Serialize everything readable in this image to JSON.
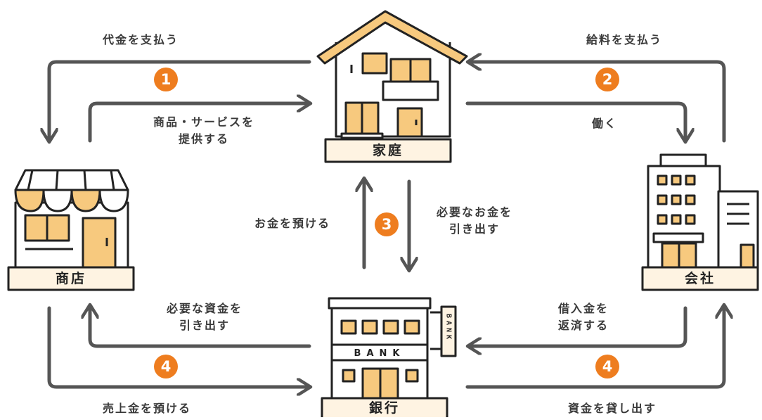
{
  "colors": {
    "line": "#555555",
    "outline": "#222222",
    "fill": "#f7c97e",
    "label_bg": "#fef3e2",
    "badge": "#ee7d1f"
  },
  "nodes": {
    "home": "家庭",
    "store": "商店",
    "company": "会社",
    "bank": "銀行",
    "bank_sign_horizontal": "BANK",
    "bank_sign_vertical": "BANK"
  },
  "flows": {
    "pay_price": "代金を支払う",
    "provide_goods": "商品・サービスを\n提供する",
    "pay_salary": "給料を支払う",
    "work": "働く",
    "deposit": "お金を預ける",
    "withdraw_needed": "必要なお金を\n引き出す",
    "withdraw_funds": "必要な資金を\n引き出す",
    "deposit_sales": "売上金を預ける",
    "repay_loan": "借入金を\n返済する",
    "lend_funds": "資金を貸し出す"
  },
  "badges": {
    "b1": "1",
    "b2": "2",
    "b3": "3",
    "b4_left": "4",
    "b4_right": "4"
  }
}
